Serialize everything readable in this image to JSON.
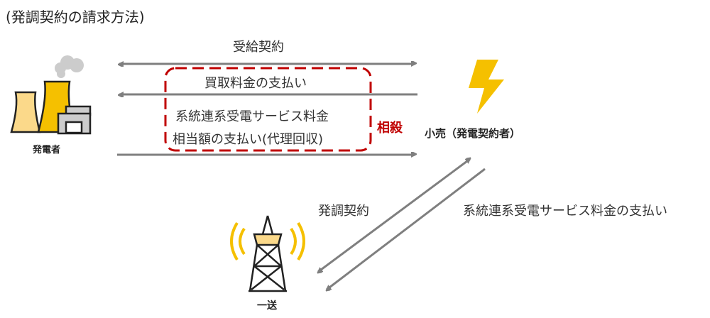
{
  "title": "(発調契約の請求方法)",
  "generator": "発電者",
  "retailer": "小売（発電契約者）",
  "tso": "一送",
  "arrows": {
    "contract": "受給契約",
    "purchase": "買取料金の支払い",
    "grid_fee_line1": "系統連系受電サービス料金",
    "grid_fee_line2": "相当額の支払い(代理回収)",
    "offset": "相殺",
    "adjust_contract": "発調契約",
    "grid_fee_payment": "系統連系受電サービス料金の支払い"
  },
  "colors": {
    "arrow": "#7f7f7f",
    "offset": "#c00000",
    "accent": "#f5c000"
  }
}
